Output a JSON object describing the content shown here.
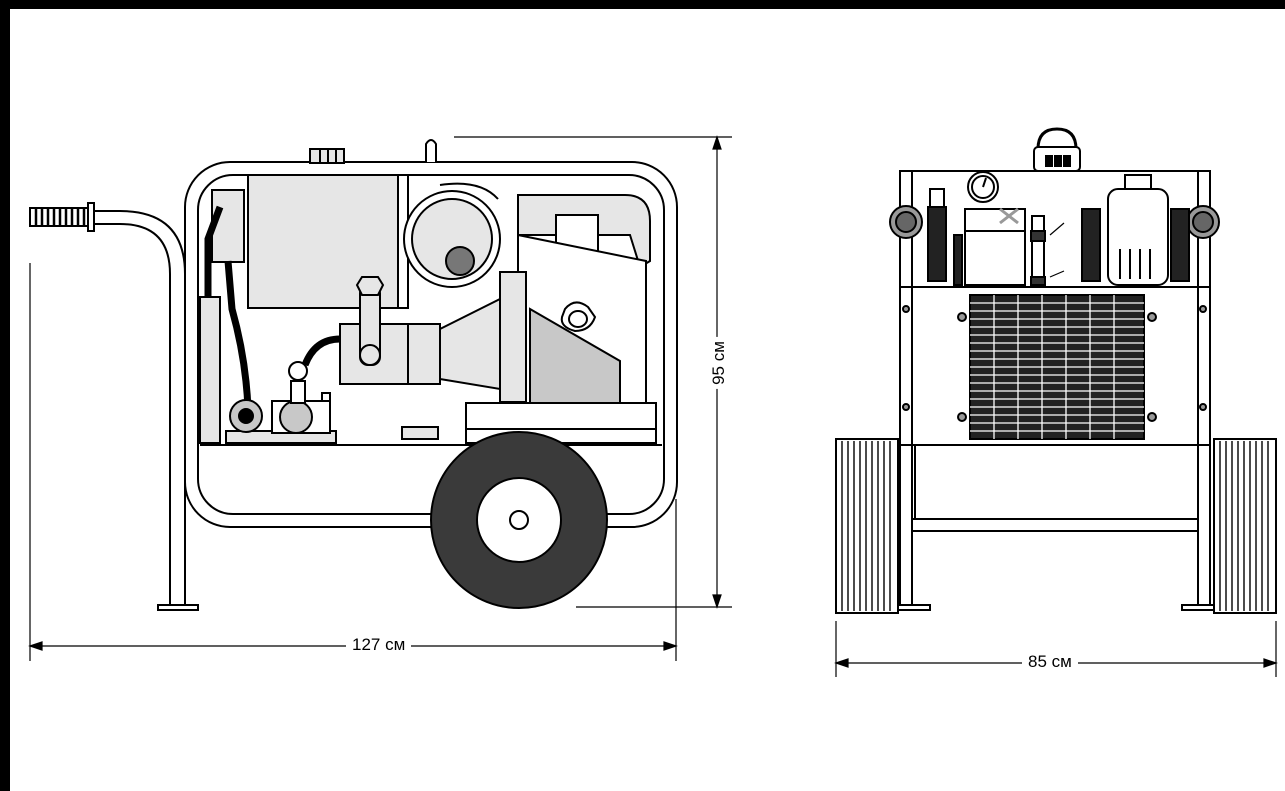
{
  "dimensions": {
    "length_label": "127 см",
    "height_label": "95 см",
    "width_label": "85 см"
  },
  "colors": {
    "background": "#ffffff",
    "frame": "#000000",
    "line": "#000000",
    "light_fill": "#e6e6e6",
    "mid_fill": "#c8c8c8",
    "dark_fill": "#333333",
    "tire": "#3a3a3a"
  }
}
